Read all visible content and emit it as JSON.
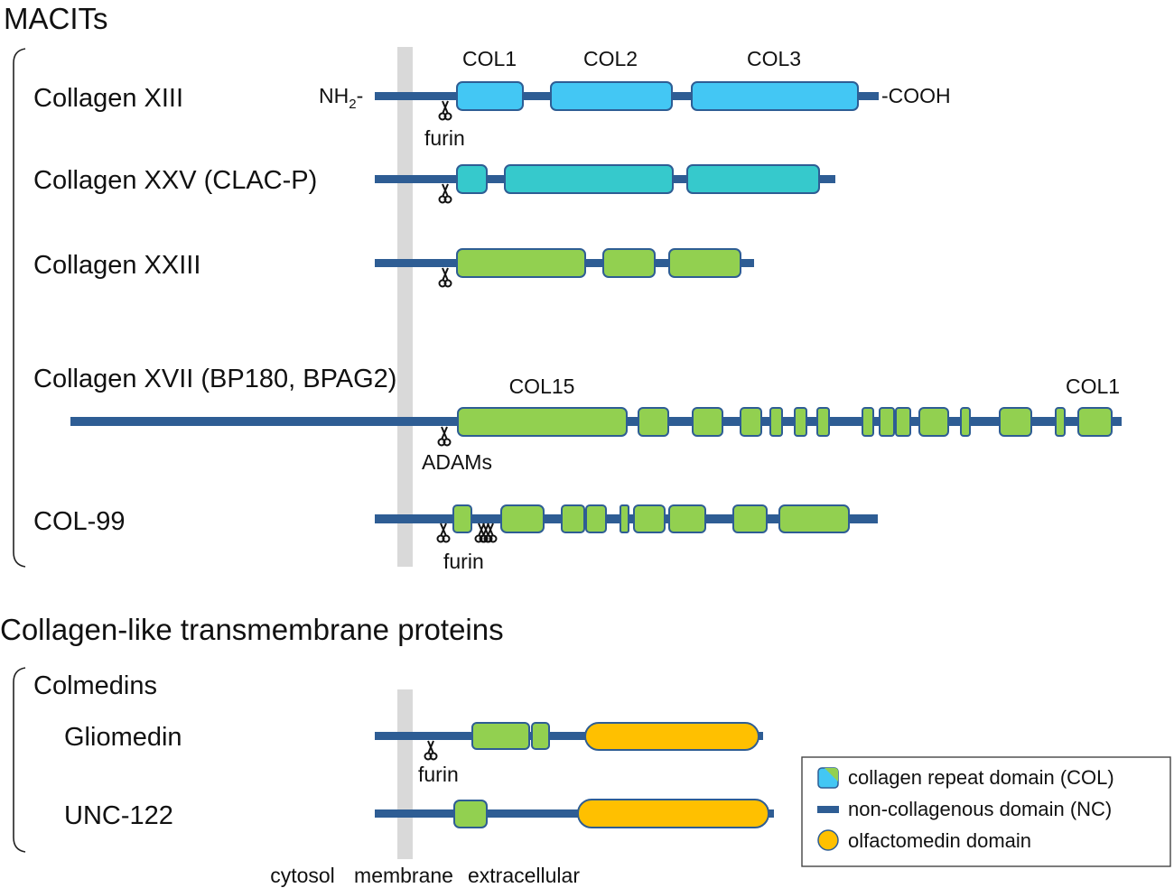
{
  "sections": {
    "macits_title": "MACITs",
    "collagen_like_title": "Collagen-like transmembrane proteins",
    "colmedins_title": "Colmedins"
  },
  "proteins": {
    "col13": {
      "name": "Collagen XIII",
      "n_terminus": "NH",
      "n_terminus_sub": "2",
      "n_terminus_suffix": "-",
      "c_terminus": "-COOH",
      "domain_labels": [
        "COL1",
        "COL2",
        "COL3"
      ],
      "cleavage_label": "furin"
    },
    "col25": {
      "name": "Collagen XXV (CLAC-P)"
    },
    "col23": {
      "name": "Collagen XXIII"
    },
    "col17": {
      "name": "Collagen XVII (BP180, BPAG2)",
      "domain_labels": [
        "COL15",
        "COL1"
      ],
      "cleavage_label": "ADAMs"
    },
    "col99": {
      "name": "COL-99",
      "cleavage_label": "furin"
    },
    "gliomedin": {
      "name": "Gliomedin",
      "cleavage_label": "furin"
    },
    "unc122": {
      "name": "UNC-122"
    }
  },
  "compartments": [
    "cytosol",
    "membrane",
    "extracellular"
  ],
  "legend": [
    {
      "label": "collagen repeat domain (COL)",
      "icon": "collagen-domain-swatch"
    },
    {
      "label": "non-collagenous domain (NC)",
      "icon": "nc-domain-line"
    },
    {
      "label": "olfactomedin domain",
      "icon": "olfactomedin-swatch"
    }
  ],
  "colors": {
    "backbone": "#2e5d94",
    "collagen_blue": "#43c7f4",
    "collagen_teal": "#36c9cc",
    "collagen_green": "#92d050",
    "olfactomedin": "#ffc000",
    "membrane": "#d9d9d9"
  }
}
